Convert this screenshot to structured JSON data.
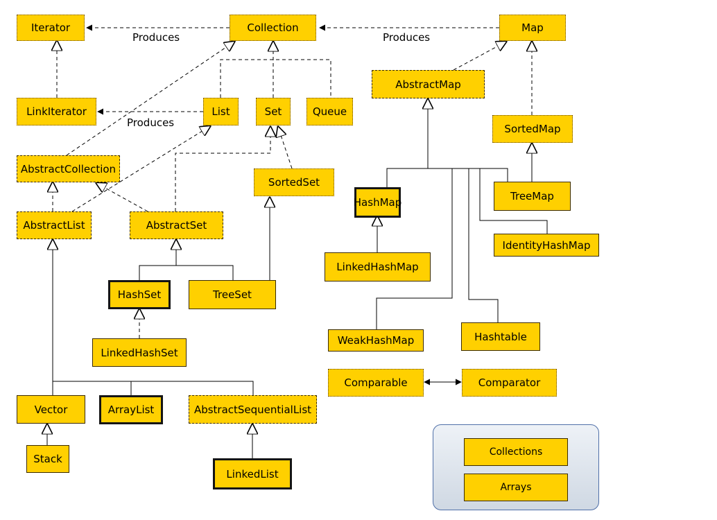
{
  "diagram": {
    "nodes": {
      "iterator": "Iterator",
      "collection": "Collection",
      "map": "Map",
      "link_iterator": "LinkIterator",
      "list": "List",
      "set": "Set",
      "queue": "Queue",
      "abstract_map": "AbstractMap",
      "sorted_map": "SortedMap",
      "abstract_collection": "AbstractCollection",
      "sorted_set": "SortedSet",
      "hash_map": "HashMap",
      "tree_map": "TreeMap",
      "abstract_list": "AbstractList",
      "abstract_set": "AbstractSet",
      "identity_hash_map": "IdentityHashMap",
      "linked_hash_map": "LinkedHashMap",
      "hash_set": "HashSet",
      "tree_set": "TreeSet",
      "weak_hash_map": "WeakHashMap",
      "hashtable": "Hashtable",
      "linked_hash_set": "LinkedHashSet",
      "comparable": "Comparable",
      "comparator": "Comparator",
      "vector": "Vector",
      "array_list": "ArrayList",
      "abstract_sequential_list": "AbstractSequentialList",
      "stack": "Stack",
      "linked_list": "LinkedList"
    },
    "edge_labels": {
      "collection_produces_iterator": "Produces",
      "map_produces_collection": "Produces",
      "list_produces_link_iterator": "Produces"
    },
    "utility_panel": {
      "collections": "Collections",
      "arrays": "Arrays"
    },
    "colors": {
      "node_fill": "#ffd000",
      "panel_border": "#4f6fa8"
    }
  }
}
